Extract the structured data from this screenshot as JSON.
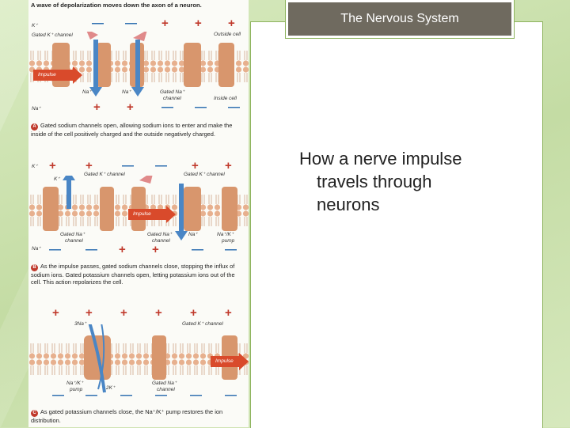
{
  "slide": {
    "title": "The Nervous System",
    "body_line1": "How a nerve impulse",
    "body_line2": "travels through",
    "body_line3": "neurons"
  },
  "figure": {
    "heading": "A wave of depolarization moves down the axon of a neuron.",
    "panelA": {
      "labels": {
        "k": "K⁺",
        "gated_k": "Gated K⁺ channel",
        "outside": "Outside cell",
        "impulse": "Impulse",
        "na1": "Na⁺",
        "na2": "Na⁺",
        "gated_na": "Gated Na⁺",
        "channel": "channel",
        "inside": "Inside cell",
        "na_left": "Na⁺"
      },
      "letter": "A",
      "caption": "Gated sodium channels open, allowing sodium ions to enter and make the inside of the cell positively charged and the outside negatively charged."
    },
    "panelB": {
      "labels": {
        "k1": "K⁺",
        "k2": "K⁺",
        "gated_k": "Gated K⁺ channel",
        "gated_k2": "Gated K⁺ channel",
        "impulse": "Impulse",
        "gated_na_l1": "Gated Na⁺",
        "gated_na_l2": "channel",
        "gated_na_m1": "Gated Na⁺",
        "gated_na_m2": "channel",
        "na_m": "Na⁺",
        "pump1": "Na⁺/K⁺",
        "pump2": "pump",
        "na_left": "Na⁺"
      },
      "letter": "B",
      "caption": "As the impulse passes, gated sodium channels close, stopping the influx of sodium ions. Gated potassium channels open, letting potassium ions out of the cell. This action repolarizes the cell."
    },
    "panelC": {
      "labels": {
        "na3": "3Na⁺",
        "gated_k": "Gated K⁺ channel",
        "impulse": "Impulse",
        "pump1": "Na⁺/K⁺",
        "pump2": "pump",
        "k2": "2K⁺",
        "gated_na1": "Gated Na⁺",
        "gated_na2": "channel"
      },
      "letter": "C",
      "caption": "As gated potassium channels close, the Na⁺/K⁺ pump restores the ion distribution."
    }
  },
  "colors": {
    "title_bg": "#6f6a5f",
    "border_green": "#8db35d",
    "plus_red": "#c0392b",
    "minus_blue": "#2f6fb0",
    "membrane": "#e8b998",
    "impulse_arrow": "#d94a2b"
  }
}
